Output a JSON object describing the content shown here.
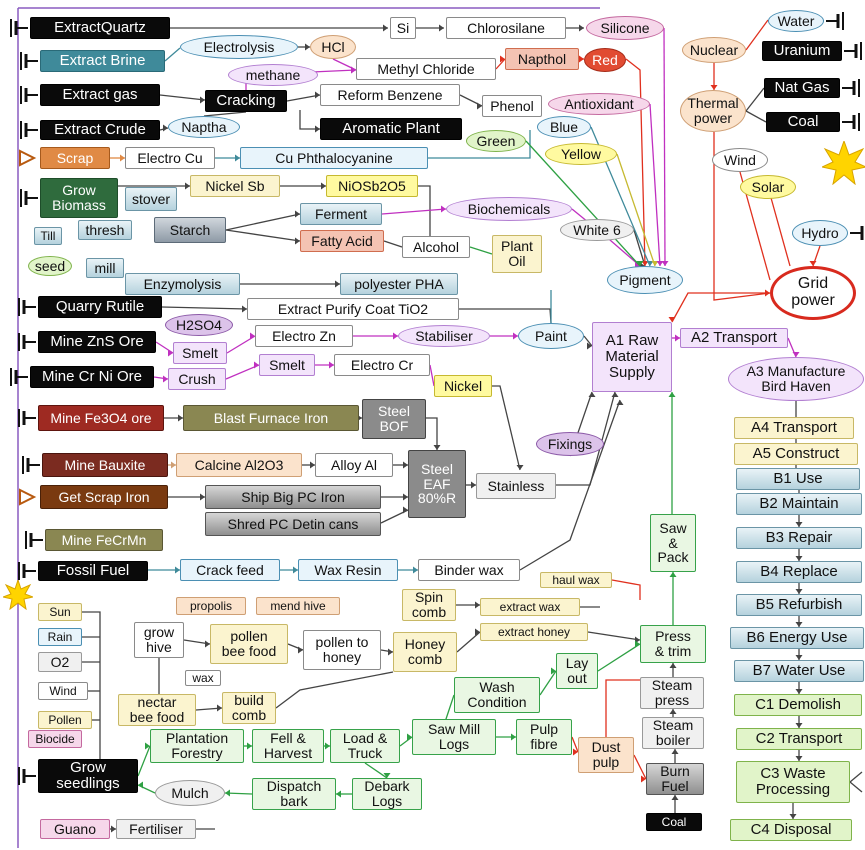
{
  "colors": {
    "black": "#0a0a0a",
    "teal": "#3f8a9a",
    "stage_blue": "#b5d2dd",
    "stage_green": "#c6e7b6",
    "grid_red": "#d82a1e",
    "sun": "#ffd400",
    "arrow_purple": "#c030c0",
    "arrow_green": "#2ea043",
    "arrow_red": "#e0301e"
  },
  "nodes": [
    {
      "id": "extract-quartz",
      "label": "ExtractQuartz",
      "style": "black",
      "icon": "input-plug-icon"
    },
    {
      "id": "extract-brine",
      "label": "Extract Brine",
      "style": "teal",
      "icon": "input-plug-icon"
    },
    {
      "id": "extract-gas",
      "label": "Extract gas",
      "style": "black",
      "icon": "input-plug-icon"
    },
    {
      "id": "extract-crude",
      "label": "Extract Crude",
      "style": "black",
      "icon": "input-plug-icon"
    },
    {
      "id": "scrap",
      "label": "Scrap",
      "style": "orange",
      "icon": "input-triangle-icon"
    },
    {
      "id": "grow-biomass",
      "label": "Grow\nBiomass",
      "style": "green",
      "icon": "input-plug-icon"
    },
    {
      "id": "till",
      "label": "Till",
      "style": "blue"
    },
    {
      "id": "seed",
      "label": "seed",
      "style": "lgreen-oval"
    },
    {
      "id": "thresh",
      "label": "thresh",
      "style": "blue"
    },
    {
      "id": "mill",
      "label": "mill",
      "style": "blue"
    },
    {
      "id": "stover",
      "label": "stover",
      "style": "blue"
    },
    {
      "id": "starch",
      "label": "Starch",
      "style": "steel"
    },
    {
      "id": "enzymolysis",
      "label": "Enzymolysis",
      "style": "blue"
    },
    {
      "id": "electrolysis",
      "label": "Electrolysis",
      "style": "lblue-oval"
    },
    {
      "id": "hcl",
      "label": "HCl",
      "style": "peach-oval"
    },
    {
      "id": "si",
      "label": "Si",
      "style": "white"
    },
    {
      "id": "chlorosilane",
      "label": "Chlorosilane",
      "style": "white"
    },
    {
      "id": "silicone",
      "label": "Silicone",
      "style": "pink-oval"
    },
    {
      "id": "methane",
      "label": "methane",
      "style": "lav-oval"
    },
    {
      "id": "methyl-chloride",
      "label": "Methyl  Chloride",
      "style": "white"
    },
    {
      "id": "napthol",
      "label": "Napthol",
      "style": "salmon"
    },
    {
      "id": "red",
      "label": "Red",
      "style": "red-oval"
    },
    {
      "id": "cracking",
      "label": "Cracking",
      "style": "black"
    },
    {
      "id": "reform-benzene",
      "label": "Reform  Benzene",
      "style": "white"
    },
    {
      "id": "phenol",
      "label": "Phenol",
      "style": "white"
    },
    {
      "id": "antioxidant",
      "label": "Antioxidant",
      "style": "pink-oval"
    },
    {
      "id": "naptha",
      "label": "Naptha",
      "style": "lblue-oval"
    },
    {
      "id": "aromatic-plant",
      "label": "Aromatic  Plant",
      "style": "black"
    },
    {
      "id": "green",
      "label": "Green",
      "style": "lgreen-oval"
    },
    {
      "id": "blue",
      "label": "Blue",
      "style": "lblue-oval"
    },
    {
      "id": "electro-cu",
      "label": "Electro Cu",
      "style": "white"
    },
    {
      "id": "cu-phthalocyanine",
      "label": "Cu  Phthalocyanine",
      "style": "lblue"
    },
    {
      "id": "yellow",
      "label": "Yellow",
      "style": "yellow-oval"
    },
    {
      "id": "nickel-sb",
      "label": "Nickel Sb",
      "style": "cream"
    },
    {
      "id": "niosb2o5",
      "label": "NiOSb2O5",
      "style": "yellow"
    },
    {
      "id": "biochemicals",
      "label": "Biochemicals",
      "style": "lav-oval"
    },
    {
      "id": "ferment",
      "label": "Ferment",
      "style": "blue"
    },
    {
      "id": "fatty-acid",
      "label": "Fatty Acid",
      "style": "salmon"
    },
    {
      "id": "white-6",
      "label": "White 6",
      "style": "lgrey-oval"
    },
    {
      "id": "alcohol",
      "label": "Alcohol",
      "style": "white"
    },
    {
      "id": "plant-oil",
      "label": "Plant\nOil",
      "style": "cream"
    },
    {
      "id": "polyester-pha",
      "label": "polyester PHA",
      "style": "blue"
    },
    {
      "id": "pigment",
      "label": "Pigment",
      "style": "lblue-oval"
    },
    {
      "id": "quarry-rutile",
      "label": "Quarry Rutile",
      "style": "black",
      "icon": "input-plug-icon"
    },
    {
      "id": "extract-tio2",
      "label": "Extract Purify Coat TiO2",
      "style": "white"
    },
    {
      "id": "mine-zns",
      "label": "Mine ZnS Ore",
      "style": "black",
      "icon": "input-plug-icon"
    },
    {
      "id": "h2so4",
      "label": "H2SO4",
      "style": "mauve-oval"
    },
    {
      "id": "smelt-zn",
      "label": "Smelt",
      "style": "lav"
    },
    {
      "id": "electro-zn",
      "label": "Electro Zn",
      "style": "white"
    },
    {
      "id": "stabiliser",
      "label": "Stabiliser",
      "style": "lav-oval"
    },
    {
      "id": "paint",
      "label": "Paint",
      "style": "lblue-oval"
    },
    {
      "id": "mine-crni",
      "label": "Mine Cr Ni Ore",
      "style": "black",
      "icon": "input-plug-icon"
    },
    {
      "id": "crush",
      "label": "Crush",
      "style": "lav"
    },
    {
      "id": "smelt-cr",
      "label": "Smelt",
      "style": "lav"
    },
    {
      "id": "electro-cr",
      "label": "Electro Cr",
      "style": "white"
    },
    {
      "id": "nickel",
      "label": "Nickel",
      "style": "yellow"
    },
    {
      "id": "mine-fe3o4",
      "label": "Mine Fe3O4 ore",
      "style": "brownred",
      "icon": "input-plug-icon"
    },
    {
      "id": "blast-furnace",
      "label": "Blast Furnace Iron",
      "style": "olive-grad"
    },
    {
      "id": "steel-bof",
      "label": "Steel\nBOF",
      "style": "darkgrey"
    },
    {
      "id": "mine-bauxite",
      "label": "Mine  Bauxite",
      "style": "darkred",
      "icon": "input-plug-icon"
    },
    {
      "id": "calcine",
      "label": "Calcine Al2O3",
      "style": "peach"
    },
    {
      "id": "alloy-al",
      "label": "Alloy Al",
      "style": "white"
    },
    {
      "id": "steel-eaf",
      "label": "Steel\nEAF\n80%R",
      "style": "darkgrey"
    },
    {
      "id": "fixings",
      "label": "Fixings",
      "style": "mauve-oval"
    },
    {
      "id": "stainless",
      "label": "Stainless",
      "style": "lgrey"
    },
    {
      "id": "get-scrap-iron",
      "label": "Get Scrap Iron",
      "style": "darkbrown",
      "icon": "input-triangle-icon"
    },
    {
      "id": "ship-big-pc",
      "label": "Ship Big PC Iron",
      "style": "grey"
    },
    {
      "id": "shred-pc",
      "label": "Shred PC Detin cans",
      "style": "grey"
    },
    {
      "id": "mine-fecrmn",
      "label": "Mine FeCrMn",
      "style": "olive",
      "icon": "input-plug-icon"
    },
    {
      "id": "fossil-fuel",
      "label": "Fossil Fuel",
      "style": "black",
      "icon": "input-plug-icon"
    },
    {
      "id": "crack-feed",
      "label": "Crack feed",
      "style": "lblue"
    },
    {
      "id": "wax-resin",
      "label": "Wax Resin",
      "style": "lblue"
    },
    {
      "id": "binder-wax",
      "label": "Binder wax",
      "style": "white"
    },
    {
      "id": "haul-wax",
      "label": "haul  wax",
      "style": "cream"
    },
    {
      "id": "saw-pack",
      "label": "Saw\n&\nPack",
      "style": "greenbox"
    },
    {
      "id": "sun",
      "label": "Sun",
      "style": "cream"
    },
    {
      "id": "rain",
      "label": "Rain",
      "style": "lblue"
    },
    {
      "id": "o2",
      "label": "O2",
      "style": "lgrey"
    },
    {
      "id": "wind-in",
      "label": "Wind",
      "style": "white"
    },
    {
      "id": "pollen",
      "label": "Pollen",
      "style": "cream"
    },
    {
      "id": "biocide",
      "label": "Biocide",
      "style": "pink"
    },
    {
      "id": "propolis",
      "label": "propolis",
      "style": "peach"
    },
    {
      "id": "mend-hive",
      "label": "mend hive",
      "style": "peach"
    },
    {
      "id": "spin-comb",
      "label": "Spin\ncomb",
      "style": "cream"
    },
    {
      "id": "extract-wax",
      "label": "extract wax",
      "style": "cream"
    },
    {
      "id": "extract-honey",
      "label": "extract honey",
      "style": "cream"
    },
    {
      "id": "grow-hive",
      "label": "grow\nhive",
      "style": "white"
    },
    {
      "id": "pollen-bee-food",
      "label": "pollen\nbee food",
      "style": "cream"
    },
    {
      "id": "pollen-to-honey",
      "label": "pollen to\nhoney",
      "style": "white"
    },
    {
      "id": "honey-comb",
      "label": "Honey\ncomb",
      "style": "cream"
    },
    {
      "id": "wax",
      "label": "wax",
      "style": "white"
    },
    {
      "id": "nectar-bee-food",
      "label": "nectar\nbee food",
      "style": "cream"
    },
    {
      "id": "build-comb",
      "label": "build\ncomb",
      "style": "cream"
    },
    {
      "id": "wash-condition",
      "label": "Wash\nCondition",
      "style": "greenbox"
    },
    {
      "id": "lay-out",
      "label": "Lay\nout",
      "style": "greenbox"
    },
    {
      "id": "press-trim",
      "label": "Press\n& trim",
      "style": "greenbox"
    },
    {
      "id": "steam-press",
      "label": "Steam\npress",
      "style": "lgrey"
    },
    {
      "id": "steam-boiler",
      "label": "Steam\nboiler",
      "style": "lgrey"
    },
    {
      "id": "burn-fuel",
      "label": "Burn\nFuel",
      "style": "grey"
    },
    {
      "id": "coal-bottom",
      "label": "Coal",
      "style": "black"
    },
    {
      "id": "grow-seedlings",
      "label": "Grow\nseedlings",
      "style": "black",
      "icon": "input-plug-icon"
    },
    {
      "id": "plantation-forestry",
      "label": "Plantation\nForestry",
      "style": "greenbox"
    },
    {
      "id": "fell-harvest",
      "label": "Fell &\nHarvest",
      "style": "greenbox"
    },
    {
      "id": "load-truck",
      "label": "Load &\nTruck",
      "style": "greenbox"
    },
    {
      "id": "saw-mill-logs",
      "label": "Saw Mill\nLogs",
      "style": "greenbox"
    },
    {
      "id": "pulp-fibre",
      "label": "Pulp\nfibre",
      "style": "greenbox"
    },
    {
      "id": "dust-pulp",
      "label": "Dust\npulp",
      "style": "peach"
    },
    {
      "id": "mulch",
      "label": "Mulch",
      "style": "lgrey-oval"
    },
    {
      "id": "dispatch-bark",
      "label": "Dispatch\nbark",
      "style": "greenbox"
    },
    {
      "id": "debark-logs",
      "label": "Debark\nLogs",
      "style": "greenbox"
    },
    {
      "id": "guano",
      "label": "Guano",
      "style": "pink"
    },
    {
      "id": "fertiliser",
      "label": "Fertiliser",
      "style": "lgrey"
    },
    {
      "id": "water",
      "label": "Water",
      "style": "lblue-oval",
      "icon": "input-plug-icon"
    },
    {
      "id": "nuclear",
      "label": "Nuclear",
      "style": "peach-oval"
    },
    {
      "id": "uranium",
      "label": "Uranium",
      "style": "black",
      "icon": "input-plug-icon"
    },
    {
      "id": "nat-gas",
      "label": "Nat Gas",
      "style": "black",
      "icon": "input-plug-icon"
    },
    {
      "id": "thermal-power",
      "label": "Thermal\npower",
      "style": "peach-oval"
    },
    {
      "id": "coal-top",
      "label": "Coal",
      "style": "black",
      "icon": "input-plug-icon"
    },
    {
      "id": "wind-power",
      "label": "Wind",
      "style": "white-oval"
    },
    {
      "id": "solar",
      "label": "Solar",
      "style": "yellow-oval"
    },
    {
      "id": "hydro",
      "label": "Hydro",
      "style": "lblue-oval",
      "icon": "input-plug-icon"
    },
    {
      "id": "grid-power",
      "label": "Grid\npower",
      "style": "grid"
    },
    {
      "id": "a1",
      "label": "A1 Raw\nMaterial\nSupply",
      "style": "stage-lav"
    },
    {
      "id": "a2",
      "label": "A2 Transport",
      "style": "stage-lav"
    },
    {
      "id": "a3",
      "label": "A3 Manufacture\nBird Haven",
      "style": "stage-a3"
    },
    {
      "id": "a4",
      "label": "A4 Transport",
      "style": "stage-cream"
    },
    {
      "id": "a5",
      "label": "A5 Construct",
      "style": "stage-cream"
    },
    {
      "id": "b1",
      "label": "B1   Use",
      "style": "stage-blue"
    },
    {
      "id": "b2",
      "label": "B2 Maintain",
      "style": "stage-blue"
    },
    {
      "id": "b3",
      "label": "B3 Repair",
      "style": "stage-blue"
    },
    {
      "id": "b4",
      "label": "B4 Replace",
      "style": "stage-blue"
    },
    {
      "id": "b5",
      "label": "B5 Refurbish",
      "style": "stage-blue"
    },
    {
      "id": "b6",
      "label": "B6 Energy Use",
      "style": "stage-blue"
    },
    {
      "id": "b7",
      "label": "B7 Water Use",
      "style": "stage-blue"
    },
    {
      "id": "c1",
      "label": "C1 Demolish",
      "style": "stage-green"
    },
    {
      "id": "c2",
      "label": "C2 Transport",
      "style": "stage-green"
    },
    {
      "id": "c3",
      "label": "C3 Waste\nProcessing",
      "style": "stage-green"
    },
    {
      "id": "c4",
      "label": "C4 Disposal",
      "style": "stage-green"
    }
  ]
}
